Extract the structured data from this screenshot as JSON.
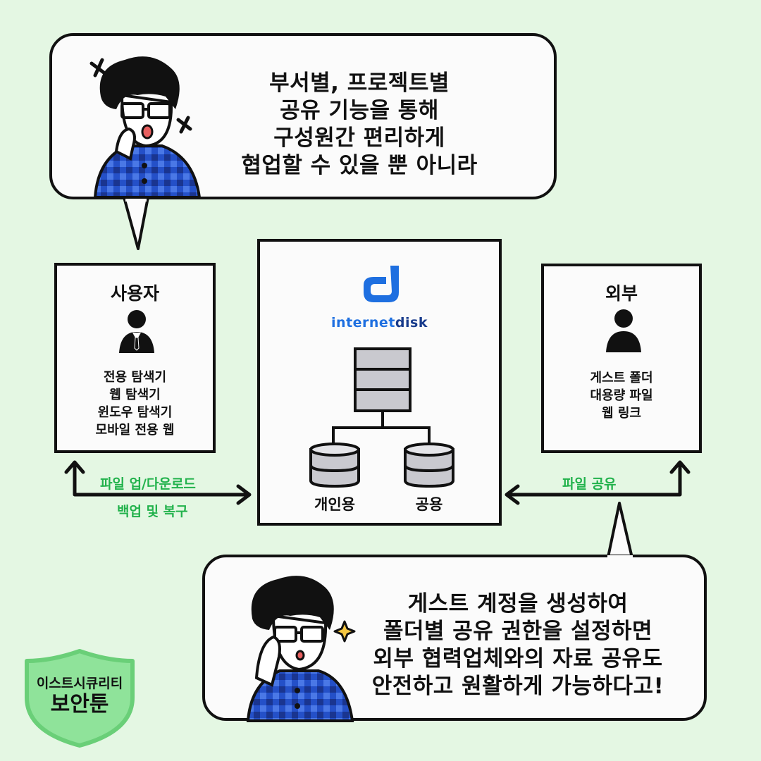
{
  "top_bubble": {
    "lines": [
      "부서별, 프로젝트별",
      "공유 기능을 통해",
      "구성원간 편리하게",
      "협업할 수 있을 뿐 아니라"
    ]
  },
  "bottom_bubble": {
    "lines": [
      "게스트 계정을 생성하여",
      "폴더별 공유 권한을 설정하면",
      "외부 협력업체와의 자료 공유도",
      "안전하고 원활하게 가능하다고!"
    ]
  },
  "user_box": {
    "title": "사용자",
    "icon": "user-suit-icon",
    "lines": [
      "전용 탐색기",
      "웹 탐색기",
      "윈도우 탐색기",
      "모바일 전용 웹"
    ]
  },
  "center_box": {
    "logo_text_a": "internet",
    "logo_text_b": "disk",
    "server_icon": "server-rack-icon",
    "db_personal": "개인용",
    "db_shared": "공용",
    "brand_color": "#1e6fe0",
    "brand_dark": "#183b8c"
  },
  "external_box": {
    "title": "외부",
    "icon": "user-icon",
    "lines": [
      "게스트 폴더",
      "대용량 파일",
      "웹 링크"
    ]
  },
  "left_arrow_labels": {
    "label_1": "파일 업/다운로드",
    "label_2": "백업 및 복구"
  },
  "right_arrow_label": "파일 공유",
  "badge": {
    "line_1": "이스트시큐리티",
    "line_2": "보안툰"
  },
  "colors": {
    "background": "#e4f7e3",
    "accent_green": "#22b24c",
    "shirt_blue": "#2450c8"
  }
}
